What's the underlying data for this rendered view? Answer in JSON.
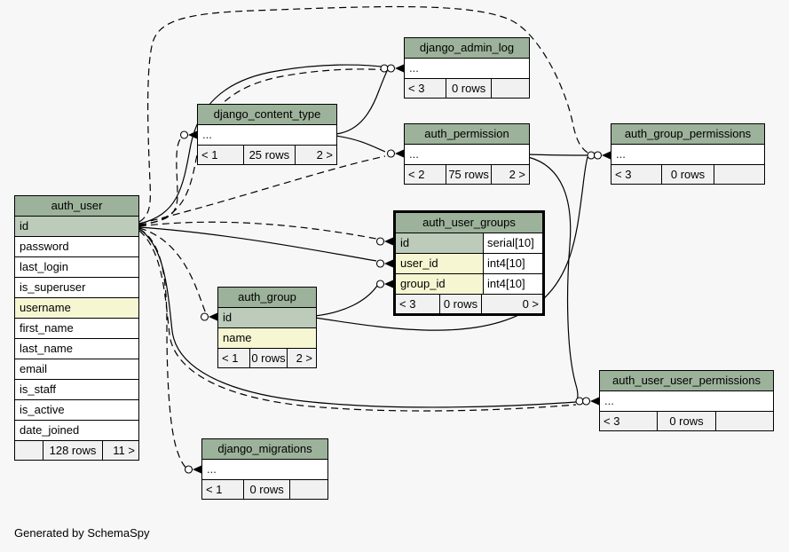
{
  "credit": "Generated by SchemaSpy",
  "colors": {
    "header_bg": "#9cb29a",
    "primary_key_bg": "#bccbba",
    "indexed_bg": "#f6f6d2",
    "canvas_bg": "#f7f7f7",
    "border": "#000000"
  },
  "tables": {
    "auth_user": {
      "title": "auth_user",
      "columns": [
        {
          "name": "id"
        },
        {
          "name": "password"
        },
        {
          "name": "last_login"
        },
        {
          "name": "is_superuser"
        },
        {
          "name": "username"
        },
        {
          "name": "first_name"
        },
        {
          "name": "last_name"
        },
        {
          "name": "email"
        },
        {
          "name": "is_staff"
        },
        {
          "name": "is_active"
        },
        {
          "name": "date_joined"
        }
      ],
      "footer": {
        "left": "",
        "center": "128 rows",
        "right": "11 >"
      }
    },
    "django_content_type": {
      "title": "django_content_type",
      "ellipsis": "...",
      "footer": {
        "left": "< 1",
        "center": "25 rows",
        "right": "2 >"
      }
    },
    "django_admin_log": {
      "title": "django_admin_log",
      "ellipsis": "...",
      "footer": {
        "left": "< 3",
        "center": "0 rows",
        "right": ""
      }
    },
    "auth_permission": {
      "title": "auth_permission",
      "ellipsis": "...",
      "footer": {
        "left": "< 2",
        "center": "75 rows",
        "right": "2 >"
      }
    },
    "auth_group_permissions": {
      "title": "auth_group_permissions",
      "ellipsis": "...",
      "footer": {
        "left": "< 3",
        "center": "0 rows",
        "right": ""
      }
    },
    "auth_user_groups": {
      "title": "auth_user_groups",
      "columns": [
        {
          "name": "id",
          "type": "serial[10]"
        },
        {
          "name": "user_id",
          "type": "int4[10]"
        },
        {
          "name": "group_id",
          "type": "int4[10]"
        }
      ],
      "footer": {
        "left": "< 3",
        "center": "0 rows",
        "right": "0 >"
      }
    },
    "auth_group": {
      "title": "auth_group",
      "columns": [
        {
          "name": "id"
        },
        {
          "name": "name"
        }
      ],
      "footer": {
        "left": "< 1",
        "center": "0 rows",
        "right": "2 >"
      }
    },
    "auth_user_user_permissions": {
      "title": "auth_user_user_permissions",
      "ellipsis": "...",
      "footer": {
        "left": "< 3",
        "center": "0 rows",
        "right": ""
      }
    },
    "django_migrations": {
      "title": "django_migrations",
      "ellipsis": "...",
      "footer": {
        "left": "< 1",
        "center": "0 rows",
        "right": ""
      }
    }
  }
}
